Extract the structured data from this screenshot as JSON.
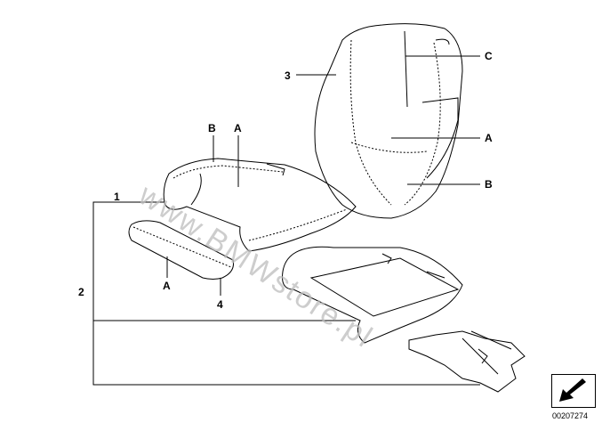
{
  "watermark": "www.BMWstore.pl",
  "part_number": "00207274",
  "labels": {
    "A_top": "A",
    "B_top": "B",
    "label_1": "1",
    "label_2": "2",
    "label_3": "3",
    "label_4": "4",
    "A_cushion": "A",
    "C_back": "C",
    "A_back": "A",
    "B_back": "B"
  },
  "icons": {
    "nav": "arrow-down-left-icon"
  }
}
